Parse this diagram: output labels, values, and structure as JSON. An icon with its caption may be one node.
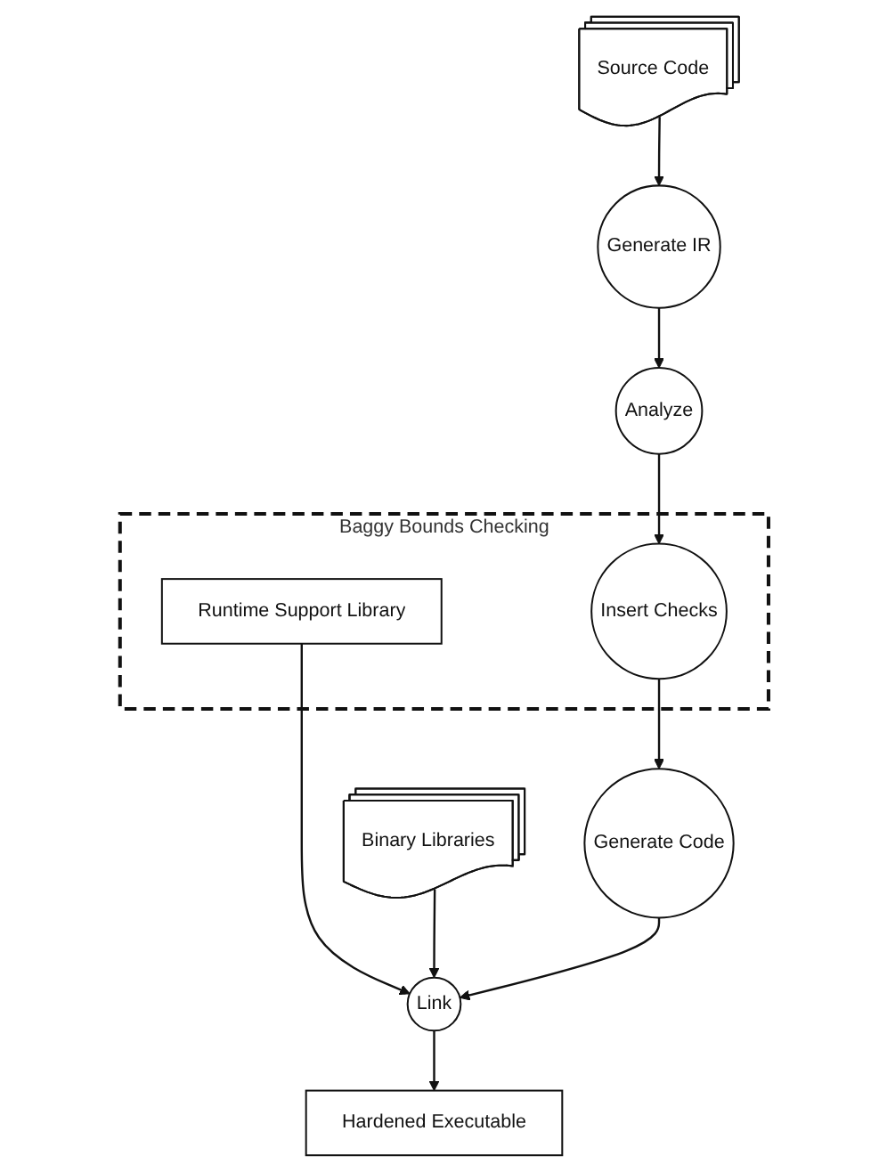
{
  "diagram": {
    "nodes": [
      {
        "text": [
          "Source Code"
        ]
      },
      {
        "text": [
          "Generate IR"
        ]
      },
      {
        "text": [
          "Analyze"
        ]
      },
      {
        "text": [
          "Baggy Bounds Checking"
        ]
      },
      {
        "text": [
          "Runtime Support Library"
        ],
        "in": 3
      },
      {
        "text": [
          "Insert Checks"
        ],
        "in": 3
      },
      {
        "text": [
          "Binary Libraries"
        ]
      },
      {
        "text": [
          "Link"
        ]
      },
      {
        "text": [
          "Generate Code"
        ]
      },
      {
        "text": [
          "Hardened Executable"
        ]
      }
    ],
    "edges": [
      {
        "from": 0,
        "to": 1,
        "arrow": "to"
      },
      {
        "from": 1,
        "to": 2,
        "arrow": "to"
      },
      {
        "from": 2,
        "to": 5,
        "arrow": "to"
      },
      {
        "from": 4,
        "to": 7,
        "arrow": "to"
      },
      {
        "from": 5,
        "to": 8,
        "arrow": "to"
      },
      {
        "from": 6,
        "to": 7,
        "arrow": "to"
      },
      {
        "from": 8,
        "to": 7,
        "arrow": "to"
      },
      {
        "from": 7,
        "to": 9,
        "arrow": "to"
      }
    ]
  }
}
